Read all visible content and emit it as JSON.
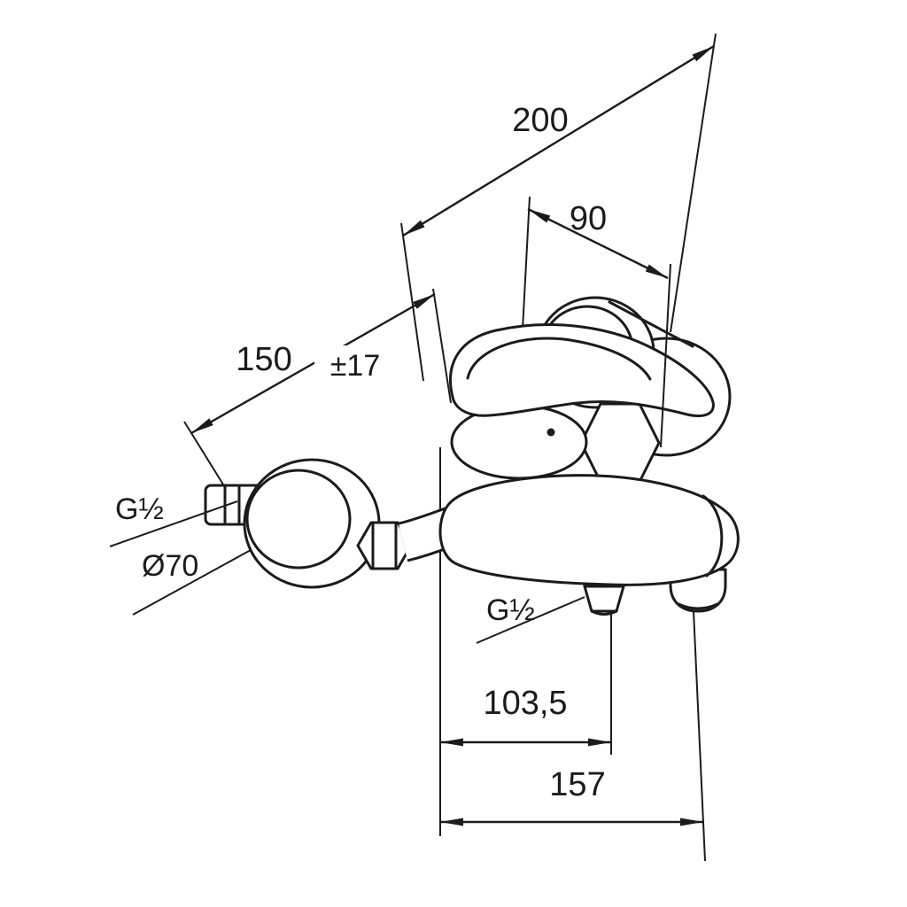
{
  "colors": {
    "line": "#1b1b1b",
    "background": "#ffffff"
  },
  "dims": {
    "d200": "200",
    "d90": "90",
    "d150": "150",
    "d150_tol": "±17",
    "g_half_wall": "G½",
    "dia_70": "Ø70",
    "g_half_outlet": "G½",
    "d103_5": "103,5",
    "d157": "157"
  }
}
